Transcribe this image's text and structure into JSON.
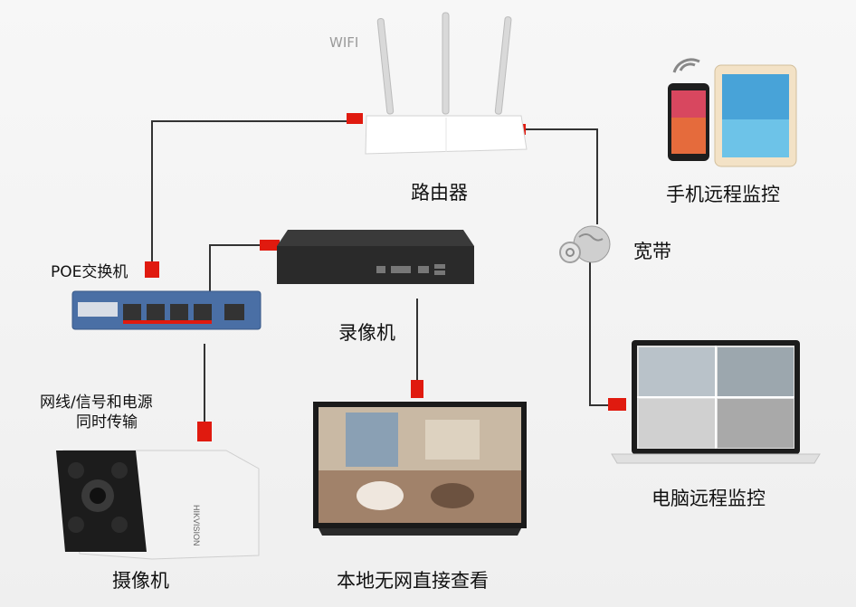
{
  "labels": {
    "wifi": "WIFI",
    "router": "路由器",
    "mobile": "手机远程监控",
    "broadband": "宽带",
    "poe_switch": "POE交换机",
    "nvr": "录像机",
    "cable_line1": "网线/信号和电源",
    "cable_line2": "同时传输",
    "camera": "摄像机",
    "local_view": "本地无网直接查看",
    "pc_remote": "电脑远程监控"
  },
  "camera_brand": "HIKVISION",
  "colors": {
    "connector": "#e01a0f",
    "cable": "#333333",
    "switch_body": "#4a6fa5"
  }
}
